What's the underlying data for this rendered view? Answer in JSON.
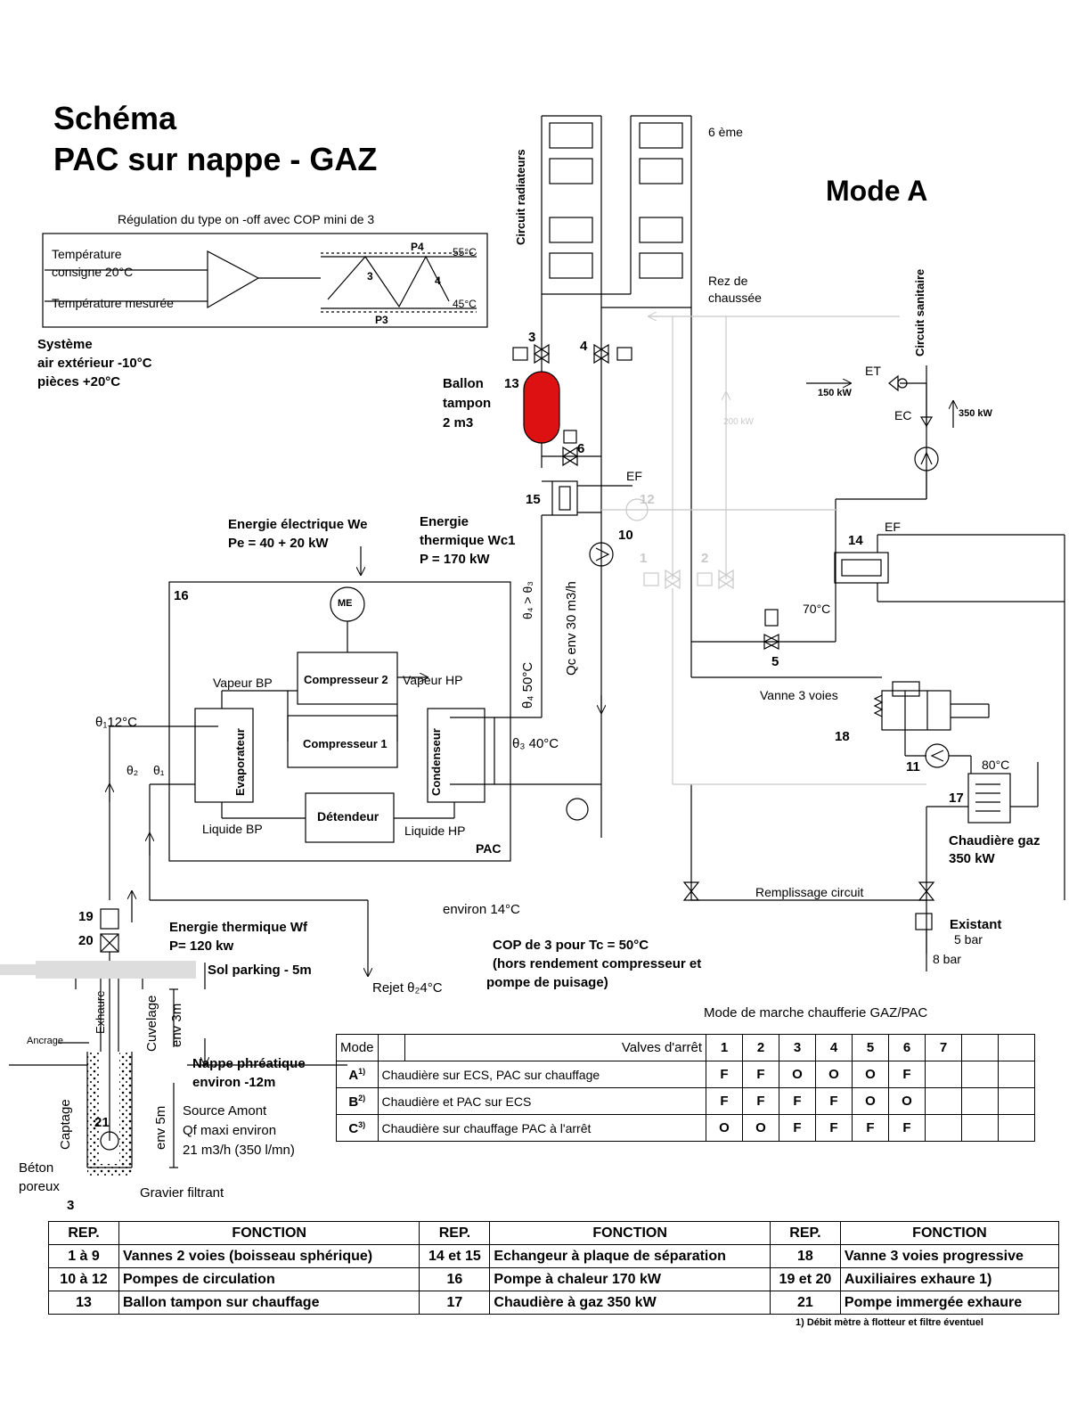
{
  "title": {
    "line1": "Schéma",
    "line2": "PAC sur nappe - GAZ"
  },
  "mode": "Mode A",
  "regulation": {
    "caption": "Régulation du type on -off avec COP mini de 3",
    "temp_setpoint_1": "Température",
    "temp_setpoint_2": "consigne 20°C",
    "temp_measured": "Température mesurée",
    "t_high": "55°C",
    "t_low": "45°C",
    "p4": "P4",
    "p3": "P3",
    "n3": "3",
    "n4": "4"
  },
  "system": {
    "line1": "Système",
    "line2": "air extérieur -10°C",
    "line3": "pièces +20°C"
  },
  "radiators": {
    "circuit": "Circuit radiateurs",
    "floor6": "6 ème",
    "ground1": "Rez de",
    "ground2": "chaussée"
  },
  "labels": {
    "ballon1": "Ballon",
    "ballon2": "tampon",
    "ballon3": "2 m3",
    "n13": "13",
    "n3": "3",
    "n4": "4",
    "n6": "6",
    "n15": "15",
    "n12": "12",
    "n10": "10",
    "n1": "1",
    "n2": "2",
    "n5": "5",
    "n14": "14",
    "n16": "16",
    "n18": "18",
    "n11": "11",
    "n17": "17",
    "n19": "19",
    "n20": "20",
    "n21": "21",
    "ef1": "EF",
    "ef2": "EF",
    "et": "ET",
    "ec": "EC",
    "kw150": "150 kW",
    "kw350": "350 kW",
    "kw200": "200 kW",
    "t70": "70°C",
    "t80": "80°C",
    "sanitary": "Circuit sanitaire",
    "vanne3": "Vanne 3 voies",
    "boiler1": "Chaudière gaz",
    "boiler2": "350 kW",
    "fill": "Remplissage circuit",
    "existing": "Existant",
    "bar5": "5 bar",
    "bar8": "8 bar",
    "we1": "Energie électrique We",
    "we2": "Pe = 40 + 20 kW",
    "wc1a": "Energie",
    "wc1b": "thermique Wc1",
    "wc1c": "P = 170 kW",
    "qc": "Qc env 30 m3/h",
    "theta43": "θ₄ > θ₃",
    "theta4": "θ₄  50°C",
    "theta3": "θ₃  40°C",
    "theta1_12": "θ₁12°C",
    "theta2": "θ₂",
    "theta1": "θ₁",
    "me": "ME",
    "vapeur_bp": "Vapeur BP",
    "vapeur_hp": "Vapeur HP",
    "comp2": "Compresseur 2",
    "comp1": "Compresseur 1",
    "evap": "Evaporateur",
    "cond": "Condenseur",
    "detendeur": "Détendeur",
    "liquide_bp": "Liquide BP",
    "liquide_hp": "Liquide HP",
    "pac": "PAC",
    "wf1": "Energie thermique Wf",
    "wf2": "P= 120 kw",
    "sol": "Sol parking - 5m",
    "rejet": "Rejet θ₂4°C",
    "env14": "environ 14°C",
    "cop1": "COP de 3 pour Tc = 50°C",
    "cop2": "(hors rendement compresseur et",
    "cop3": "pompe de puisage)",
    "exhaure": "Exhaure",
    "cuvelage": "Cuvelage",
    "env3m": "env 3m",
    "ancrage": "Ancrage",
    "nappe1": "Nappe phréatique",
    "nappe2": "environ -12m",
    "source1": "Source Amont",
    "source2": "Qf  maxi environ",
    "source3": "21 m3/h (350 l/mn)",
    "captage": "Captage",
    "env5m": "env 5m",
    "beton1": "Béton",
    "beton2": "poreux",
    "gravier": "Gravier filtrant",
    "n3b": "3"
  },
  "mode_table": {
    "caption": "Mode de marche chaufferie GAZ/PAC",
    "header": {
      "mode": "Mode",
      "valves": "Valves d'arrêt",
      "cols": [
        "1",
        "2",
        "3",
        "4",
        "5",
        "6",
        "7",
        "",
        ""
      ]
    },
    "rows": [
      {
        "mode": "A",
        "sup": "1)",
        "desc": "Chaudière sur ECS, PAC sur chauffage",
        "vals": [
          "F",
          "F",
          "O",
          "O",
          "O",
          "F",
          "",
          "",
          ""
        ]
      },
      {
        "mode": "B",
        "sup": "2)",
        "desc": "Chaudière et PAC sur ECS",
        "vals": [
          "F",
          "F",
          "F",
          "F",
          "O",
          "O",
          "",
          "",
          ""
        ]
      },
      {
        "mode": "C",
        "sup": "3)",
        "desc": "Chaudière sur chauffage PAC à l'arrêt",
        "vals": [
          "O",
          "O",
          "F",
          "F",
          "F",
          "F",
          "",
          "",
          ""
        ]
      }
    ]
  },
  "legend_table": {
    "headers": [
      "REP.",
      "FONCTION",
      "REP.",
      "FONCTION",
      "REP.",
      "FONCTION"
    ],
    "rows": [
      [
        "1 à 9",
        "Vannes 2 voies (boisseau sphérique)",
        "14 et 15",
        "Echangeur à plaque de séparation",
        "18",
        "Vanne 3 voies progressive"
      ],
      [
        "10 à 12",
        "Pompes de circulation",
        "16",
        "Pompe à chaleur 170 kW",
        "19 et 20",
        "Auxiliaires exhaure 1)"
      ],
      [
        "13",
        "Ballon tampon sur chauffage",
        "17",
        "Chaudière à gaz 350 kW",
        "21",
        "Pompe immergée exhaure"
      ]
    ],
    "footnote": "1) Débit mètre à flotteur et filtre éventuel"
  },
  "colors": {
    "tank": "#dd1111",
    "line": "#000000",
    "faded": "#c8c8c8",
    "ground": "#dddddd"
  }
}
